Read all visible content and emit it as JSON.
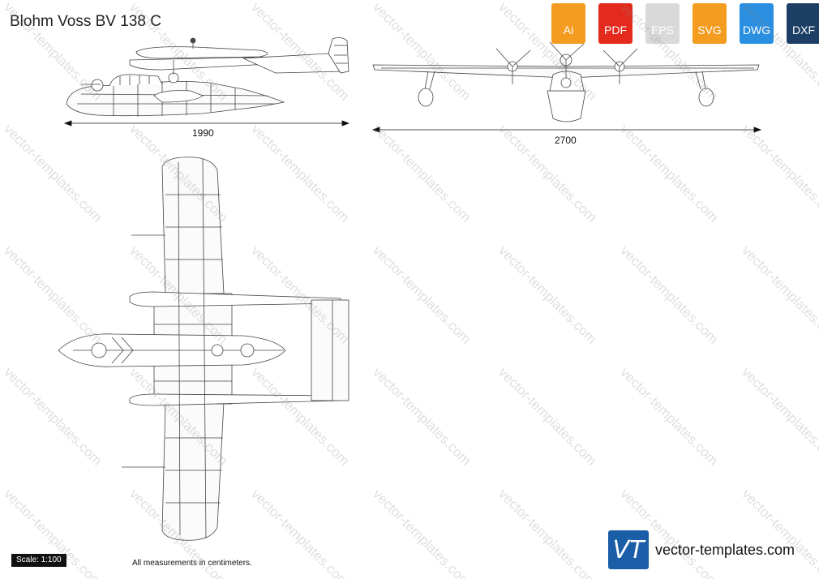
{
  "title": "Blohm Voss BV 138 C",
  "formats": [
    {
      "label": "Ai",
      "color": "#f39c1f"
    },
    {
      "label": "PDF",
      "color": "#e32a1c"
    },
    {
      "label": "EPS",
      "color": "#d9d9d9"
    },
    {
      "label": "SVG",
      "color": "#f39c1f"
    },
    {
      "label": "DWG",
      "color": "#2a8fe0"
    },
    {
      "label": "DXF",
      "color": "#1d3f66"
    }
  ],
  "watermark": "vector-templates.com",
  "dimensions": {
    "side_length": "1990",
    "front_span": "2700"
  },
  "scale": "Scale: 1:100",
  "note": "All measurements in centimeters.",
  "brand": {
    "logo_text": "VT",
    "site": "vector-templates.com",
    "logo_color": "#1b5ea8"
  }
}
